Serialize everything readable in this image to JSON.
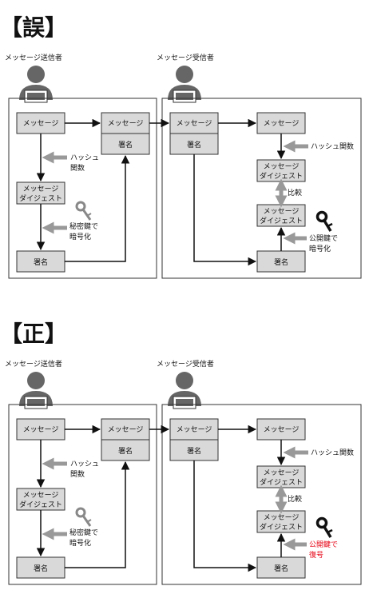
{
  "colors": {
    "box_fill": "#d9d9d9",
    "stroke": "#333333",
    "gray_arrow": "#999999",
    "accent_red": "#e60012"
  },
  "wrong": {
    "heading": "【誤】",
    "sender_label": "メッセージ送信者",
    "receiver_label": "メッセージ受信者",
    "s_message": "メッセージ",
    "hash_fn": [
      "ハッシュ",
      "関数"
    ],
    "s_digest": [
      "メッセージ",
      "ダイジェスト"
    ],
    "s_encrypt": [
      "秘密鍵で",
      "暗号化"
    ],
    "s_signature": "署名",
    "packet_message": "メッセージ",
    "packet_signature": "署名",
    "r_message": "メッセージ",
    "r_signature": "署名",
    "r_message2": "メッセージ",
    "r_hash": "ハッシュ関数",
    "r_digest1": [
      "メッセージ",
      "ダイジェスト"
    ],
    "compare": "比較",
    "r_digest2": [
      "メッセージ",
      "ダイジェスト"
    ],
    "r_pubkey": [
      "公開鍵で",
      "暗号化"
    ],
    "r_signature2": "署名"
  },
  "correct": {
    "heading": "【正】",
    "sender_label": "メッセージ送信者",
    "receiver_label": "メッセージ受信者",
    "s_message": "メッセージ",
    "hash_fn": [
      "ハッシュ",
      "関数"
    ],
    "s_digest": [
      "メッセージ",
      "ダイジェスト"
    ],
    "s_encrypt": [
      "秘密鍵で",
      "暗号化"
    ],
    "s_signature": "署名",
    "packet_message": "メッセージ",
    "packet_signature": "署名",
    "r_message": "メッセージ",
    "r_signature": "署名",
    "r_message2": "メッセージ",
    "r_hash": "ハッシュ関数",
    "r_digest1": [
      "メッセージ",
      "ダイジェスト"
    ],
    "compare": "比較",
    "r_digest2": [
      "メッセージ",
      "ダイジェスト"
    ],
    "r_pubkey": [
      "公開鍵で",
      "復号"
    ],
    "r_signature2": "署名"
  }
}
